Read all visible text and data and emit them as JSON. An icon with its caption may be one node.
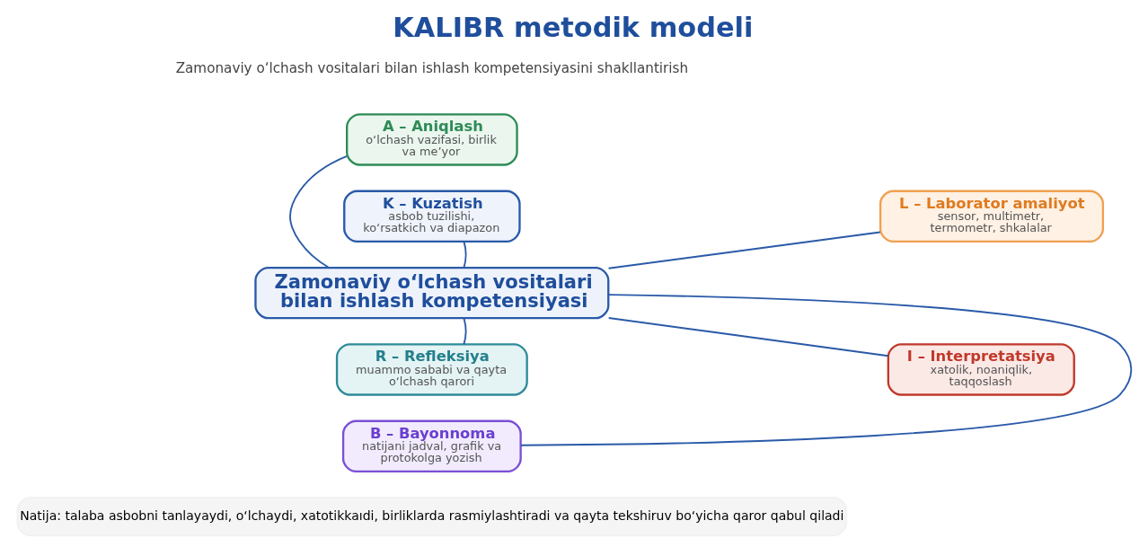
{
  "diagram": {
    "title": "KALIBR metodik modeli",
    "caption": "Natija: talaba asbobni tanlayaydi, o‘lchaydi, xatotikkaıdi, birliklarda rasmiylashtiradi va qayta tekshiruv bo‘yicha qaror qabul qiladi",
    "nodes": [
      {
        "text": [
          "Zamonaviy o‘lchash vositalari bilan ishlash kompetensiyasi"
        ]
      },
      {
        "text": [
          "A – Aniqlash",
          "o‘lchash vazifasi, birlik va me’yor"
        ]
      },
      {
        "text": [
          "K – Kuzatish",
          "asbob tuzilishi, ko‘rsatkich va diapazon"
        ]
      },
      {
        "text": [
          "L – Laborator amaliyot",
          "sensor, multimetr, termometr, shkalalar"
        ]
      },
      {
        "text": [
          "R – Refleksiya",
          "muammo sababi va qayta o‘lchash qarori"
        ]
      },
      {
        "text": [
          "I – Interpretatsiya",
          "xatolik, noaniqlik, taqqoslash"
        ]
      },
      {
        "text": [
          "B – Bayonnoma",
          "natijani jadval, grafik va protokolga yozish"
        ]
      }
    ],
    "edges": [
      {
        "from": 0,
        "to": 1,
        "arrow": "none"
      },
      {
        "from": 0,
        "to": 2,
        "arrow": "none"
      },
      {
        "from": 0,
        "to": 3,
        "arrow": "none"
      },
      {
        "from": 0,
        "to": 4,
        "arrow": "none"
      },
      {
        "from": 0,
        "to": 5,
        "arrow": "none"
      },
      {
        "from": 0,
        "to": 6,
        "arrow": "none"
      }
    ],
    "labels": [
      "Zamonaviy o‘lchash vositalari bilan ishlash kompetensiyasini shakllantirish"
    ]
  }
}
